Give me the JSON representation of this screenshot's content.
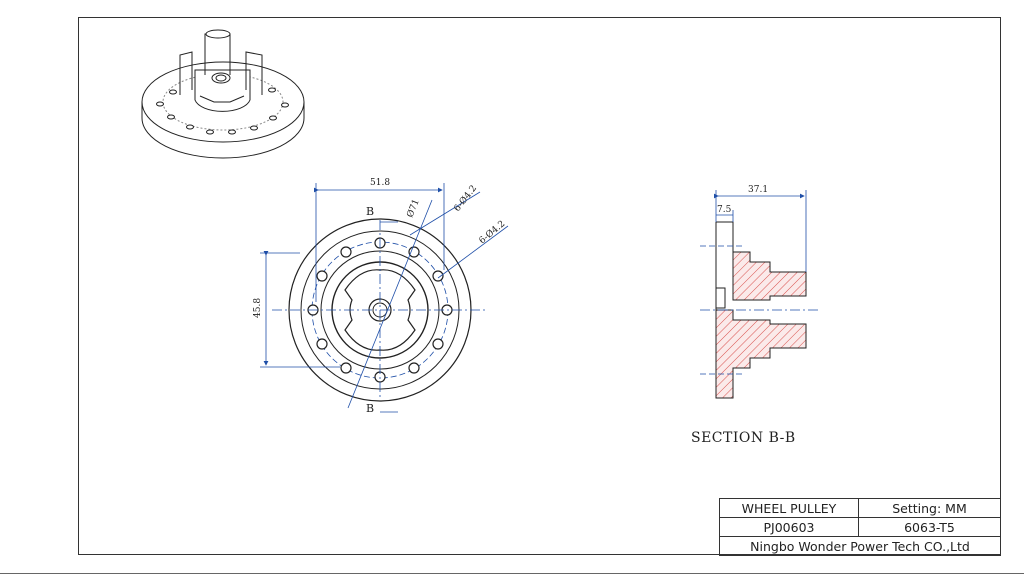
{
  "front_view": {
    "dim_width": "51.8",
    "dim_height": "45.8",
    "dim_diameter": "Ø71",
    "dim_holes_1": "6-Ø4.2",
    "dim_holes_2": "6-Ø4.2",
    "section_mark_top": "B",
    "section_mark_bottom": "B"
  },
  "section_view": {
    "dim_length": "37.1",
    "dim_flange": "7.5",
    "title": "SECTION B-B",
    "hatch_color": "#d9534f"
  },
  "title_block": {
    "part_name": "WHEEL PULLEY",
    "setting": "Setting: MM",
    "part_number": "PJ00603",
    "material": "6063-T5",
    "company": "Ningbo Wonder Power Tech CO.,Ltd"
  },
  "colors": {
    "dimension_line": "#1f4fa8",
    "outline": "#222222"
  }
}
